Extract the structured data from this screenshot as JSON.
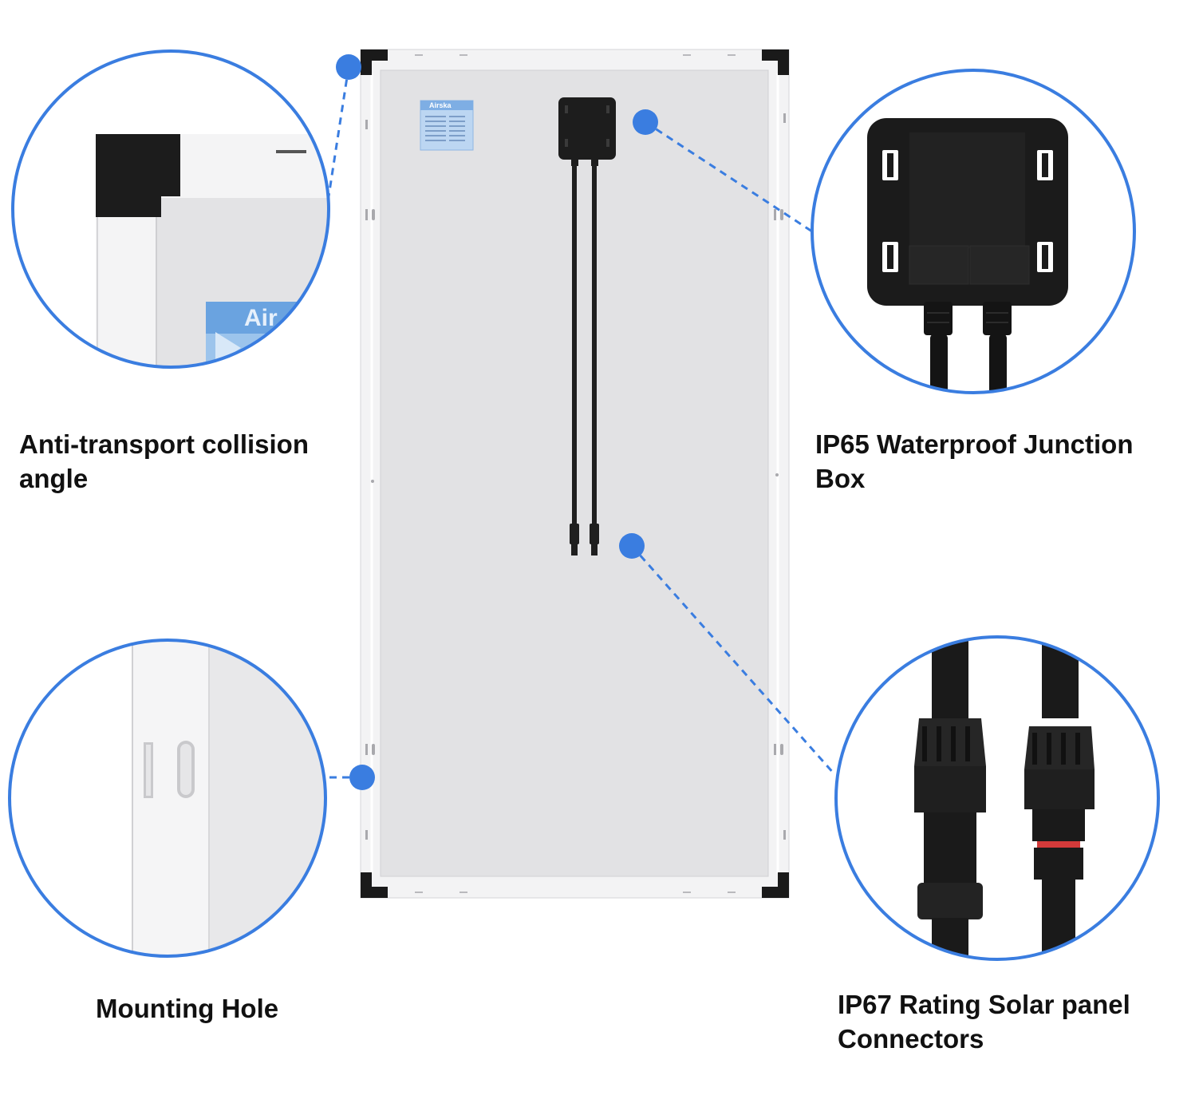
{
  "colors": {
    "accent_blue": "#3a7de0",
    "frame_black": "#1a1a1a",
    "panel_back": "#e2e2e4",
    "frame_silver": "#f3f3f4",
    "label_blue": "#9cc4ec"
  },
  "panel": {
    "brand": "Airska"
  },
  "features": {
    "corner": {
      "caption": "Anti-transport collision angle",
      "zoom_label": "Air"
    },
    "mounting": {
      "caption": "Mounting Hole"
    },
    "junction_box": {
      "caption": "IP65 Waterproof Junction Box"
    },
    "connectors": {
      "caption": "IP67 Rating Solar panel Connectors"
    }
  }
}
